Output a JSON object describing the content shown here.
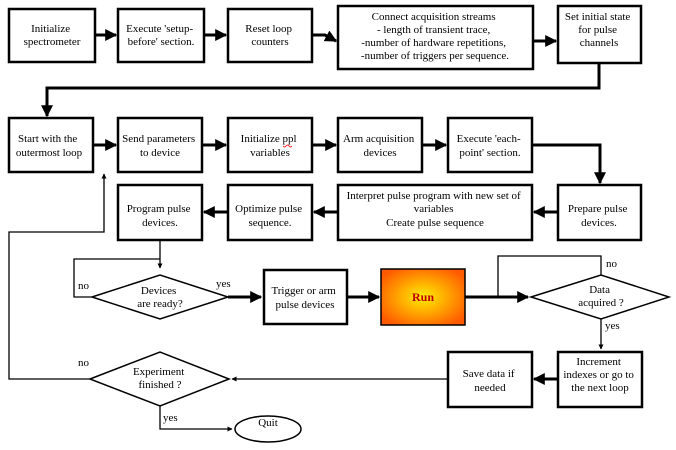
{
  "boxes": {
    "initialize_spectrometer": [
      "Initialize",
      "spectrometer"
    ],
    "execute_setup_before": [
      "Execute 'setup-",
      "before' section."
    ],
    "reset_loop_counters": [
      "Reset loop",
      "counters"
    ],
    "connect_acquisition": [
      "Connect acquisition streams",
      "- length of transient trace,",
      "-number of hardware repetitions,",
      "-number of triggers per sequence."
    ],
    "set_initial_state": [
      "Set initial state",
      "for pulse",
      "channels"
    ],
    "start_outermost_loop": [
      "Start  with the",
      "outermost loop"
    ],
    "send_parameters": [
      "Send parameters",
      "to device"
    ],
    "initialize_ppl": [
      "Initialize ppl",
      "variables"
    ],
    "arm_acquisition": [
      "Arm acquisition",
      "devices"
    ],
    "execute_each_point": [
      "Execute 'each-",
      "point' section."
    ],
    "prepare_pulse": [
      "Prepare pulse",
      "devices."
    ],
    "interpret_pulse_program": [
      "Interpret pulse program with new set of",
      "variables",
      "Create pulse sequence"
    ],
    "optimize_pulse": [
      "Optimize pulse",
      "sequence."
    ],
    "program_pulse": [
      "Program pulse",
      "devices."
    ],
    "trigger_arm": [
      "Trigger or arm",
      "pulse devices"
    ],
    "run": [
      "Run"
    ],
    "increment_indexes": [
      "Increment",
      "indexes or go to",
      "the next loop"
    ],
    "save_data": [
      "Save data if",
      "needed"
    ],
    "quit": [
      "Quit"
    ]
  },
  "decisions": {
    "devices_ready": [
      "Devices",
      "are ready?"
    ],
    "data_acquired": [
      "Data",
      "acquired ?"
    ],
    "experiment_finished": [
      "Experiment",
      "finished ?"
    ]
  },
  "edge_labels": {
    "devices_no": "no",
    "devices_yes": "yes",
    "data_no": "no",
    "data_yes": "yes",
    "experiment_no": "no",
    "experiment_yes": "yes"
  },
  "colors": {
    "run_center": "#ffee00",
    "run_edge": "#ff5a00",
    "run_text": "#c00000"
  }
}
